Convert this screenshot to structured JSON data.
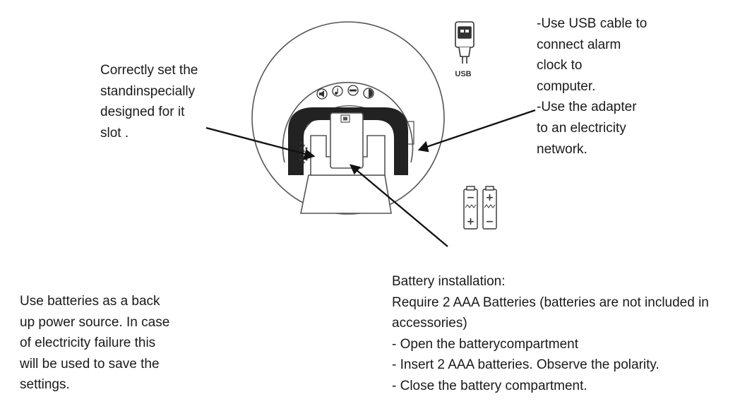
{
  "stand_note": {
    "lines": [
      "Correctly set the",
      "standinspecially",
      "designed for it",
      "slot ."
    ]
  },
  "usb_note": {
    "lines": [
      "-Use USB cable to",
      "connect alarm",
      "clock to",
      "computer.",
      "-Use the adapter",
      "to an electricity",
      "network."
    ]
  },
  "usb_icon": {
    "label": "USB",
    "icon": "usb-plug-icon"
  },
  "batteries_icon": {
    "icon": "aaa-battery-icon",
    "cell_a": {
      "top": "−",
      "bottom": "+"
    },
    "cell_b": {
      "top": "+",
      "bottom": "−"
    }
  },
  "backup_note": {
    "lines": [
      "Use batteries as a back",
      "up power source. In case",
      "of electricity failure this",
      "will be used to save the",
      "settings."
    ]
  },
  "battery_install": {
    "lines": [
      "Battery installation:",
      "Require 2 AAA Batteries (batteries are not included in",
      "accessories)",
      "- Open the batterycompartment",
      "- Insert 2 AAA batteries. Observe the polarity.",
      "- Close the battery compartment."
    ]
  }
}
